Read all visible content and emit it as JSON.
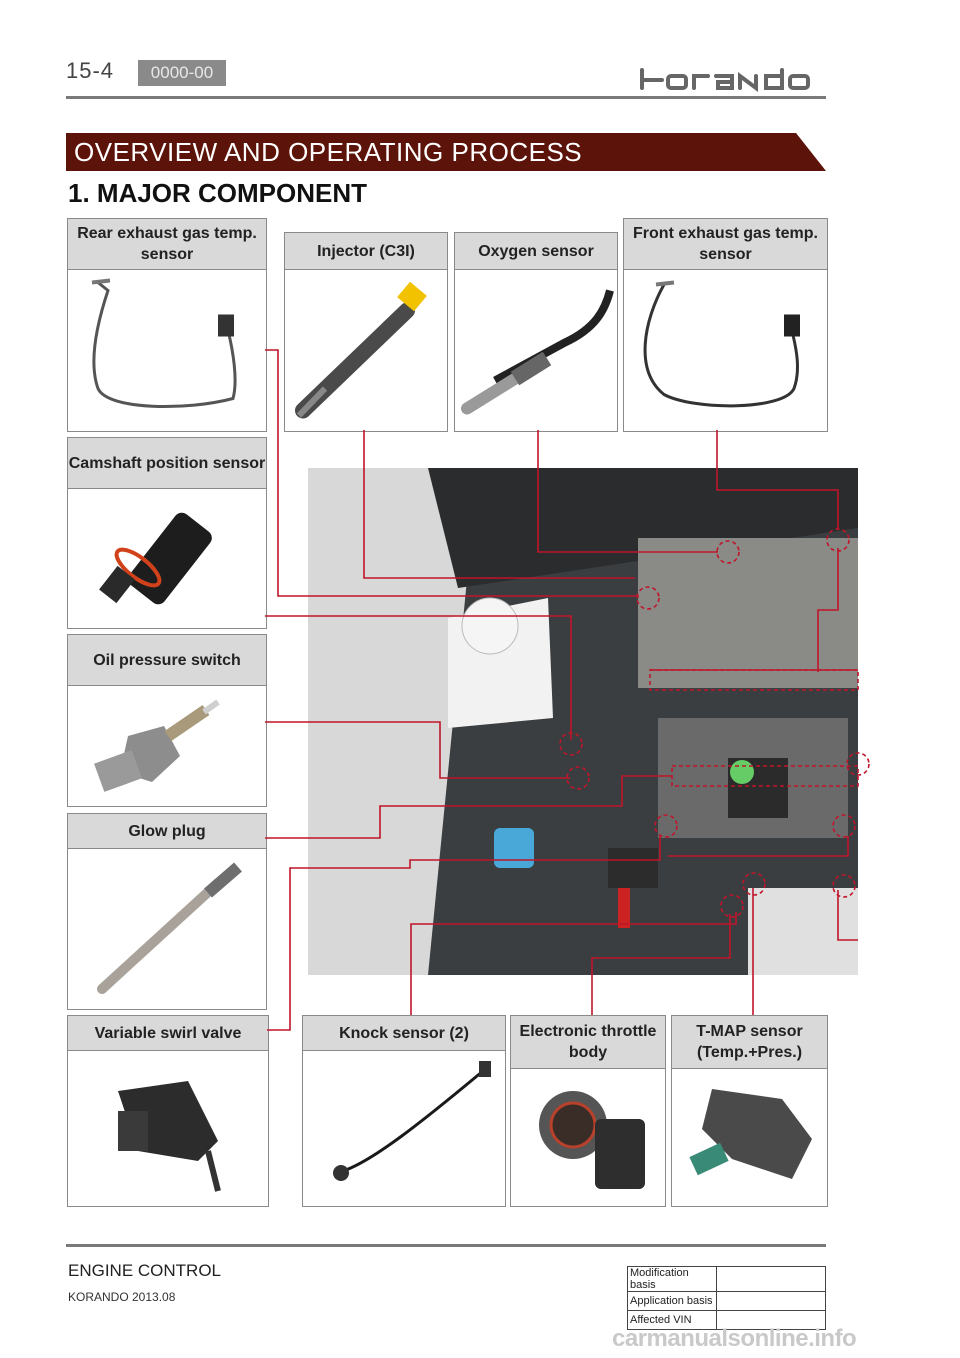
{
  "header": {
    "page_number": "15-4",
    "code": "0000-00",
    "brand": "korando"
  },
  "banner": {
    "title": "OVERVIEW AND OPERATING PROCESS",
    "color": "#5c130a"
  },
  "section": {
    "title": "1. MAJOR COMPONENT"
  },
  "components": {
    "rear_exhaust": {
      "label": "Rear exhaust gas temp. sensor"
    },
    "injector": {
      "label": "Injector (C3I)"
    },
    "oxygen": {
      "label": "Oxygen sensor"
    },
    "front_exhaust": {
      "label": "Front exhaust gas temp. sensor"
    },
    "camshaft": {
      "label": "Camshaft position sensor"
    },
    "oil_pressure": {
      "label": "Oil pressure switch"
    },
    "glow_plug": {
      "label": "Glow plug"
    },
    "swirl_valve": {
      "label": "Variable swirl valve"
    },
    "knock": {
      "label": "Knock sensor (2)"
    },
    "throttle": {
      "label": "Electronic throttle body"
    },
    "tmap": {
      "label": "T-MAP sensor (Temp.+Pres.)"
    }
  },
  "colors": {
    "leader": "#c0152a",
    "panel_header": "#d9d9d9"
  },
  "footer": {
    "title": "ENGINE CONTROL",
    "date": "KORANDO 2013.08",
    "table": [
      {
        "label": "Modification basis",
        "value": ""
      },
      {
        "label": "Application basis",
        "value": ""
      },
      {
        "label": "Affected VIN",
        "value": ""
      }
    ]
  },
  "watermark": "carmanualsonline.info"
}
